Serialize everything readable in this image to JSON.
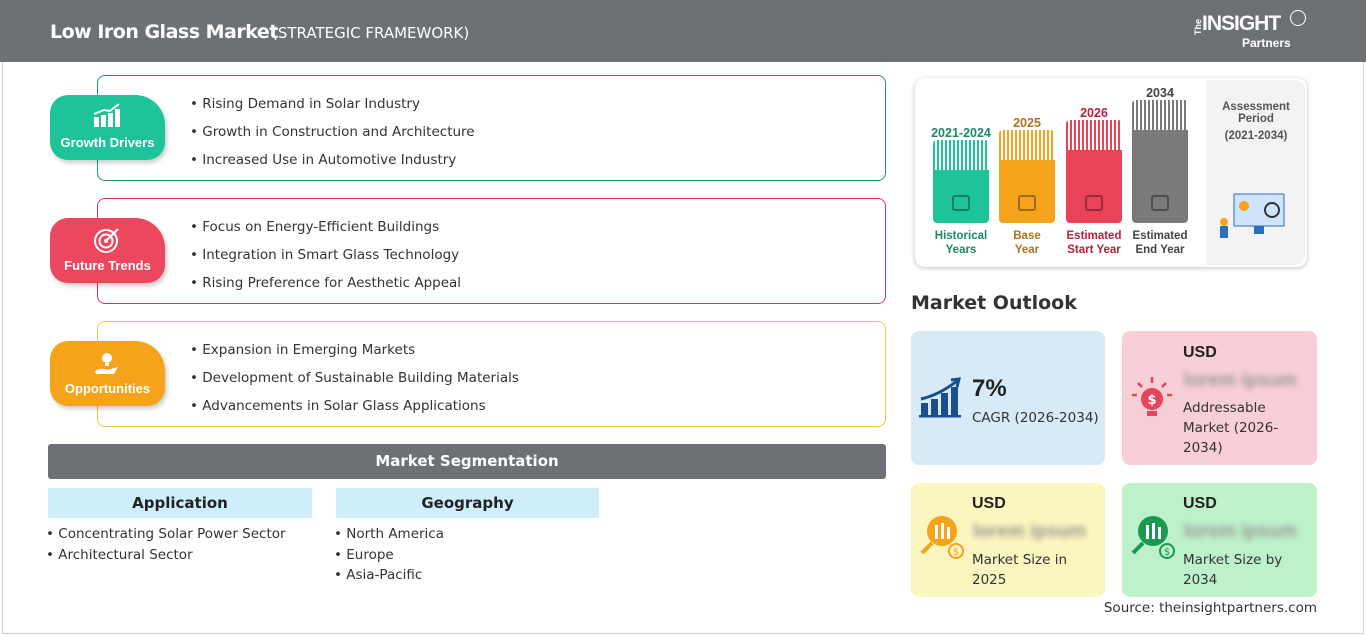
{
  "header": {
    "title": "Low Iron Glass Market",
    "subtitle": "(STRATEGIC FRAMEWORK)",
    "logo_text": "The INSIGHT Partners"
  },
  "framework": [
    {
      "label": "Growth Drivers",
      "color": "#1fc39a",
      "border": "#1a9a7a",
      "icon": "growth-chart-icon",
      "items": [
        "Rising Demand in Solar Industry",
        "Growth in Construction and Architecture",
        "Increased Use in Automotive Industry"
      ]
    },
    {
      "label": "Future Trends",
      "color": "#eb4860",
      "border": "#d63a52",
      "icon": "target-icon",
      "items": [
        "Focus on Energy-Efficient Buildings",
        "Integration in Smart Glass Technology",
        "Rising Preference for Aesthetic Appeal"
      ]
    },
    {
      "label": "Opportunities",
      "color": "#f5a31a",
      "border": "#e8c93a",
      "icon": "lightbulb-hand-icon",
      "items": [
        "Expansion in Emerging Markets",
        "Development of Sustainable Building Materials",
        "Advancements in Solar Glass Applications"
      ]
    }
  ],
  "segmentation": {
    "title": "Market Segmentation",
    "columns": [
      {
        "heading": "Application",
        "items": [
          "Concentrating Solar Power Sector",
          "Architectural Sector"
        ]
      },
      {
        "heading": "Geography",
        "items": [
          "North America",
          "Europe",
          "Asia-Pacific"
        ]
      }
    ]
  },
  "period": {
    "bars": [
      {
        "year": "2021-2024",
        "label_1": "Historical",
        "label_2": "Years",
        "color": "#1fc39a",
        "text_color": "#1a8a6a",
        "icon": "history-icon"
      },
      {
        "year": "2025",
        "label_1": "Base",
        "label_2": "Year",
        "color": "#f5a31a",
        "text_color": "#b07020",
        "icon": "calendar-icon"
      },
      {
        "year": "2026",
        "label_1": "Estimated",
        "label_2": "Start Year",
        "color": "#e9435a",
        "text_color": "#b8203a",
        "icon": "monitor-gear-icon"
      },
      {
        "year": "2034",
        "label_1": "Estimated",
        "label_2": "End Year",
        "color": "#7a7a7a",
        "text_color": "#444444",
        "icon": "presentation-icon"
      }
    ],
    "assessment_1": "Assessment",
    "assessment_2": "Period",
    "assessment_range": "(2021-2034)"
  },
  "outlook": {
    "title": "Market Outlook",
    "cagr": {
      "value": "7%",
      "label": "CAGR (2026-2034)"
    },
    "addressable": {
      "currency": "USD",
      "value": "lorem ipsum",
      "label": "Addressable Market (2026-2034)"
    },
    "size_2025": {
      "currency": "USD",
      "value": "lorem ipsum",
      "label": "Market Size in 2025"
    },
    "size_2034": {
      "currency": "USD",
      "value": "lorem ipsum",
      "label": "Market Size by 2034"
    }
  },
  "source": "Source: theinsightpartners.com"
}
